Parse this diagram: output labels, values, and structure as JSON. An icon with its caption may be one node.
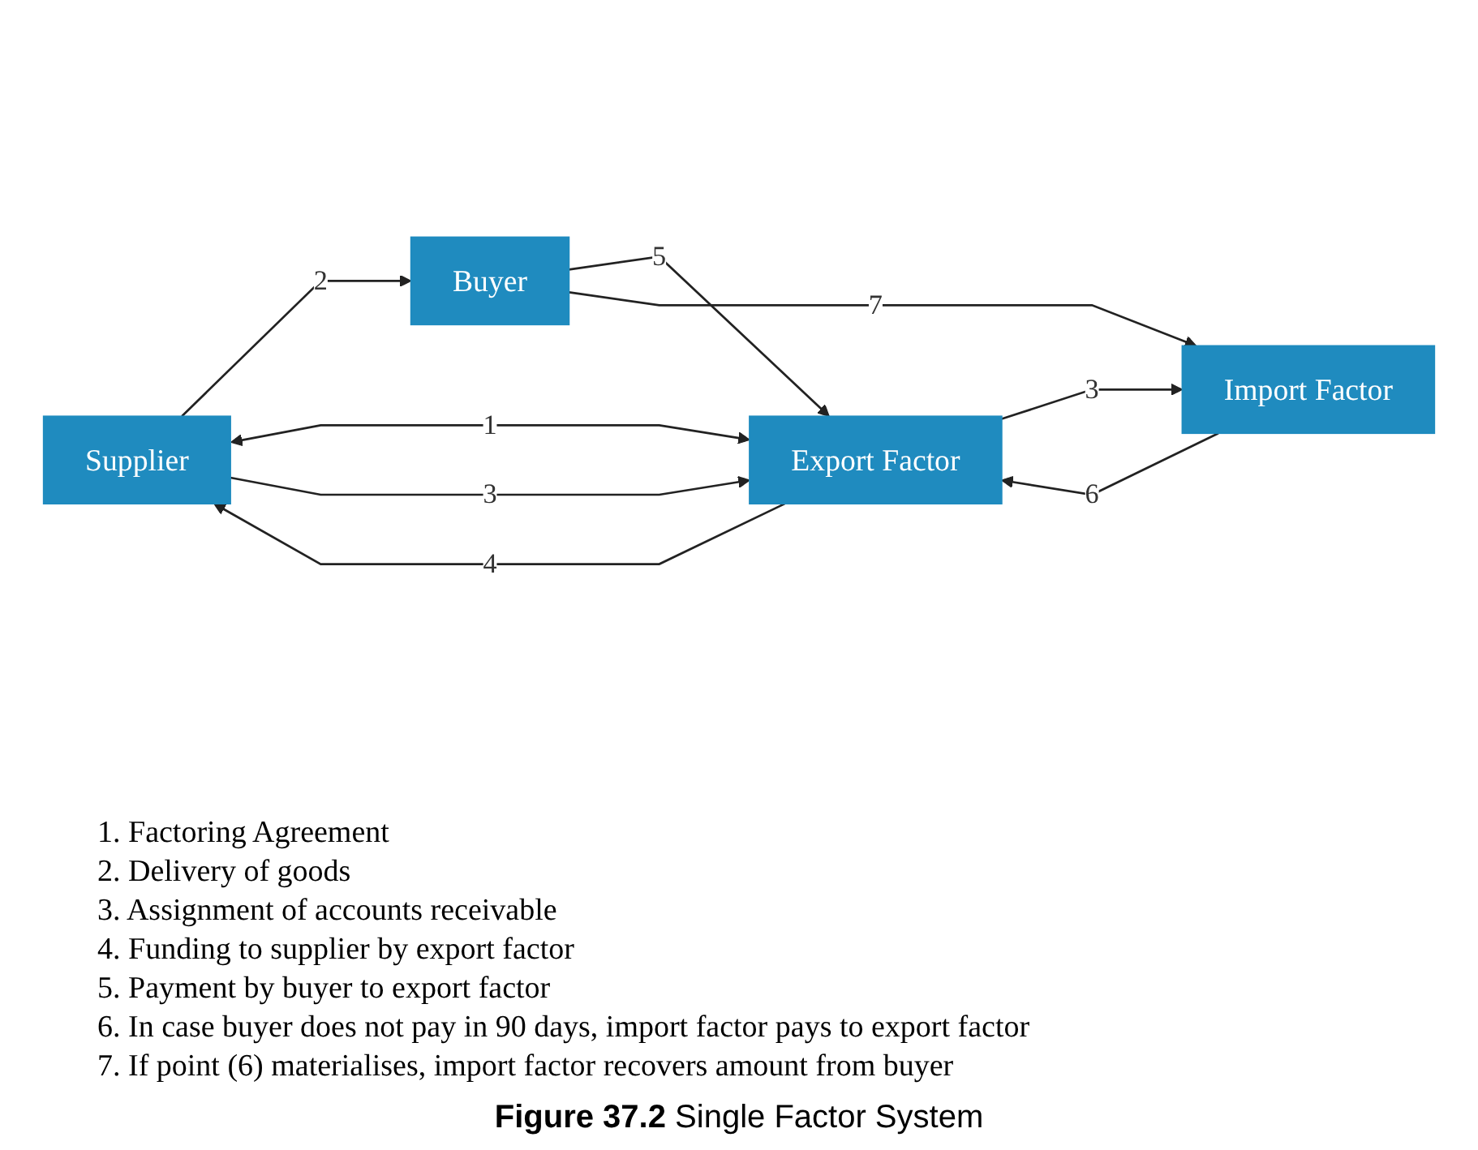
{
  "diagram": {
    "caption": "**Figure 37.2** Single Factor System",
    "nodes": [
      {
        "text": [
          "Supplier"
        ]
      },
      {
        "text": [
          "Buyer"
        ]
      },
      {
        "text": [
          "Export Factor"
        ]
      },
      {
        "text": [
          "Import Factor"
        ]
      }
    ],
    "edges": [
      {
        "from": 0,
        "to": 1,
        "arrow": "to",
        "label": "2"
      },
      {
        "from": 0,
        "to": 2,
        "arrow": "both",
        "label": "1"
      },
      {
        "from": 0,
        "to": 2,
        "arrow": "to",
        "label": "3"
      },
      {
        "from": 2,
        "to": 0,
        "arrow": "to",
        "label": "4"
      },
      {
        "from": 1,
        "to": 2,
        "arrow": "to",
        "label": "5"
      },
      {
        "from": 1,
        "to": 3,
        "arrow": "to",
        "label": "7"
      },
      {
        "from": 3,
        "to": 2,
        "arrow": "to",
        "label": "6"
      },
      {
        "from": 2,
        "to": 3,
        "arrow": "to",
        "label": "3"
      }
    ],
    "labels": [
      "1. Factoring Agreement",
      "2. Delivery of goods",
      "3. Assignment of accounts receivable",
      "4. Funding to supplier by export factor",
      "5. Payment by buyer to export factor",
      "6. In case buyer does not pay in 90 days, import factor pays to export factor",
      "7. If point (6) materialises, import factor recovers amount from buyer"
    ]
  }
}
